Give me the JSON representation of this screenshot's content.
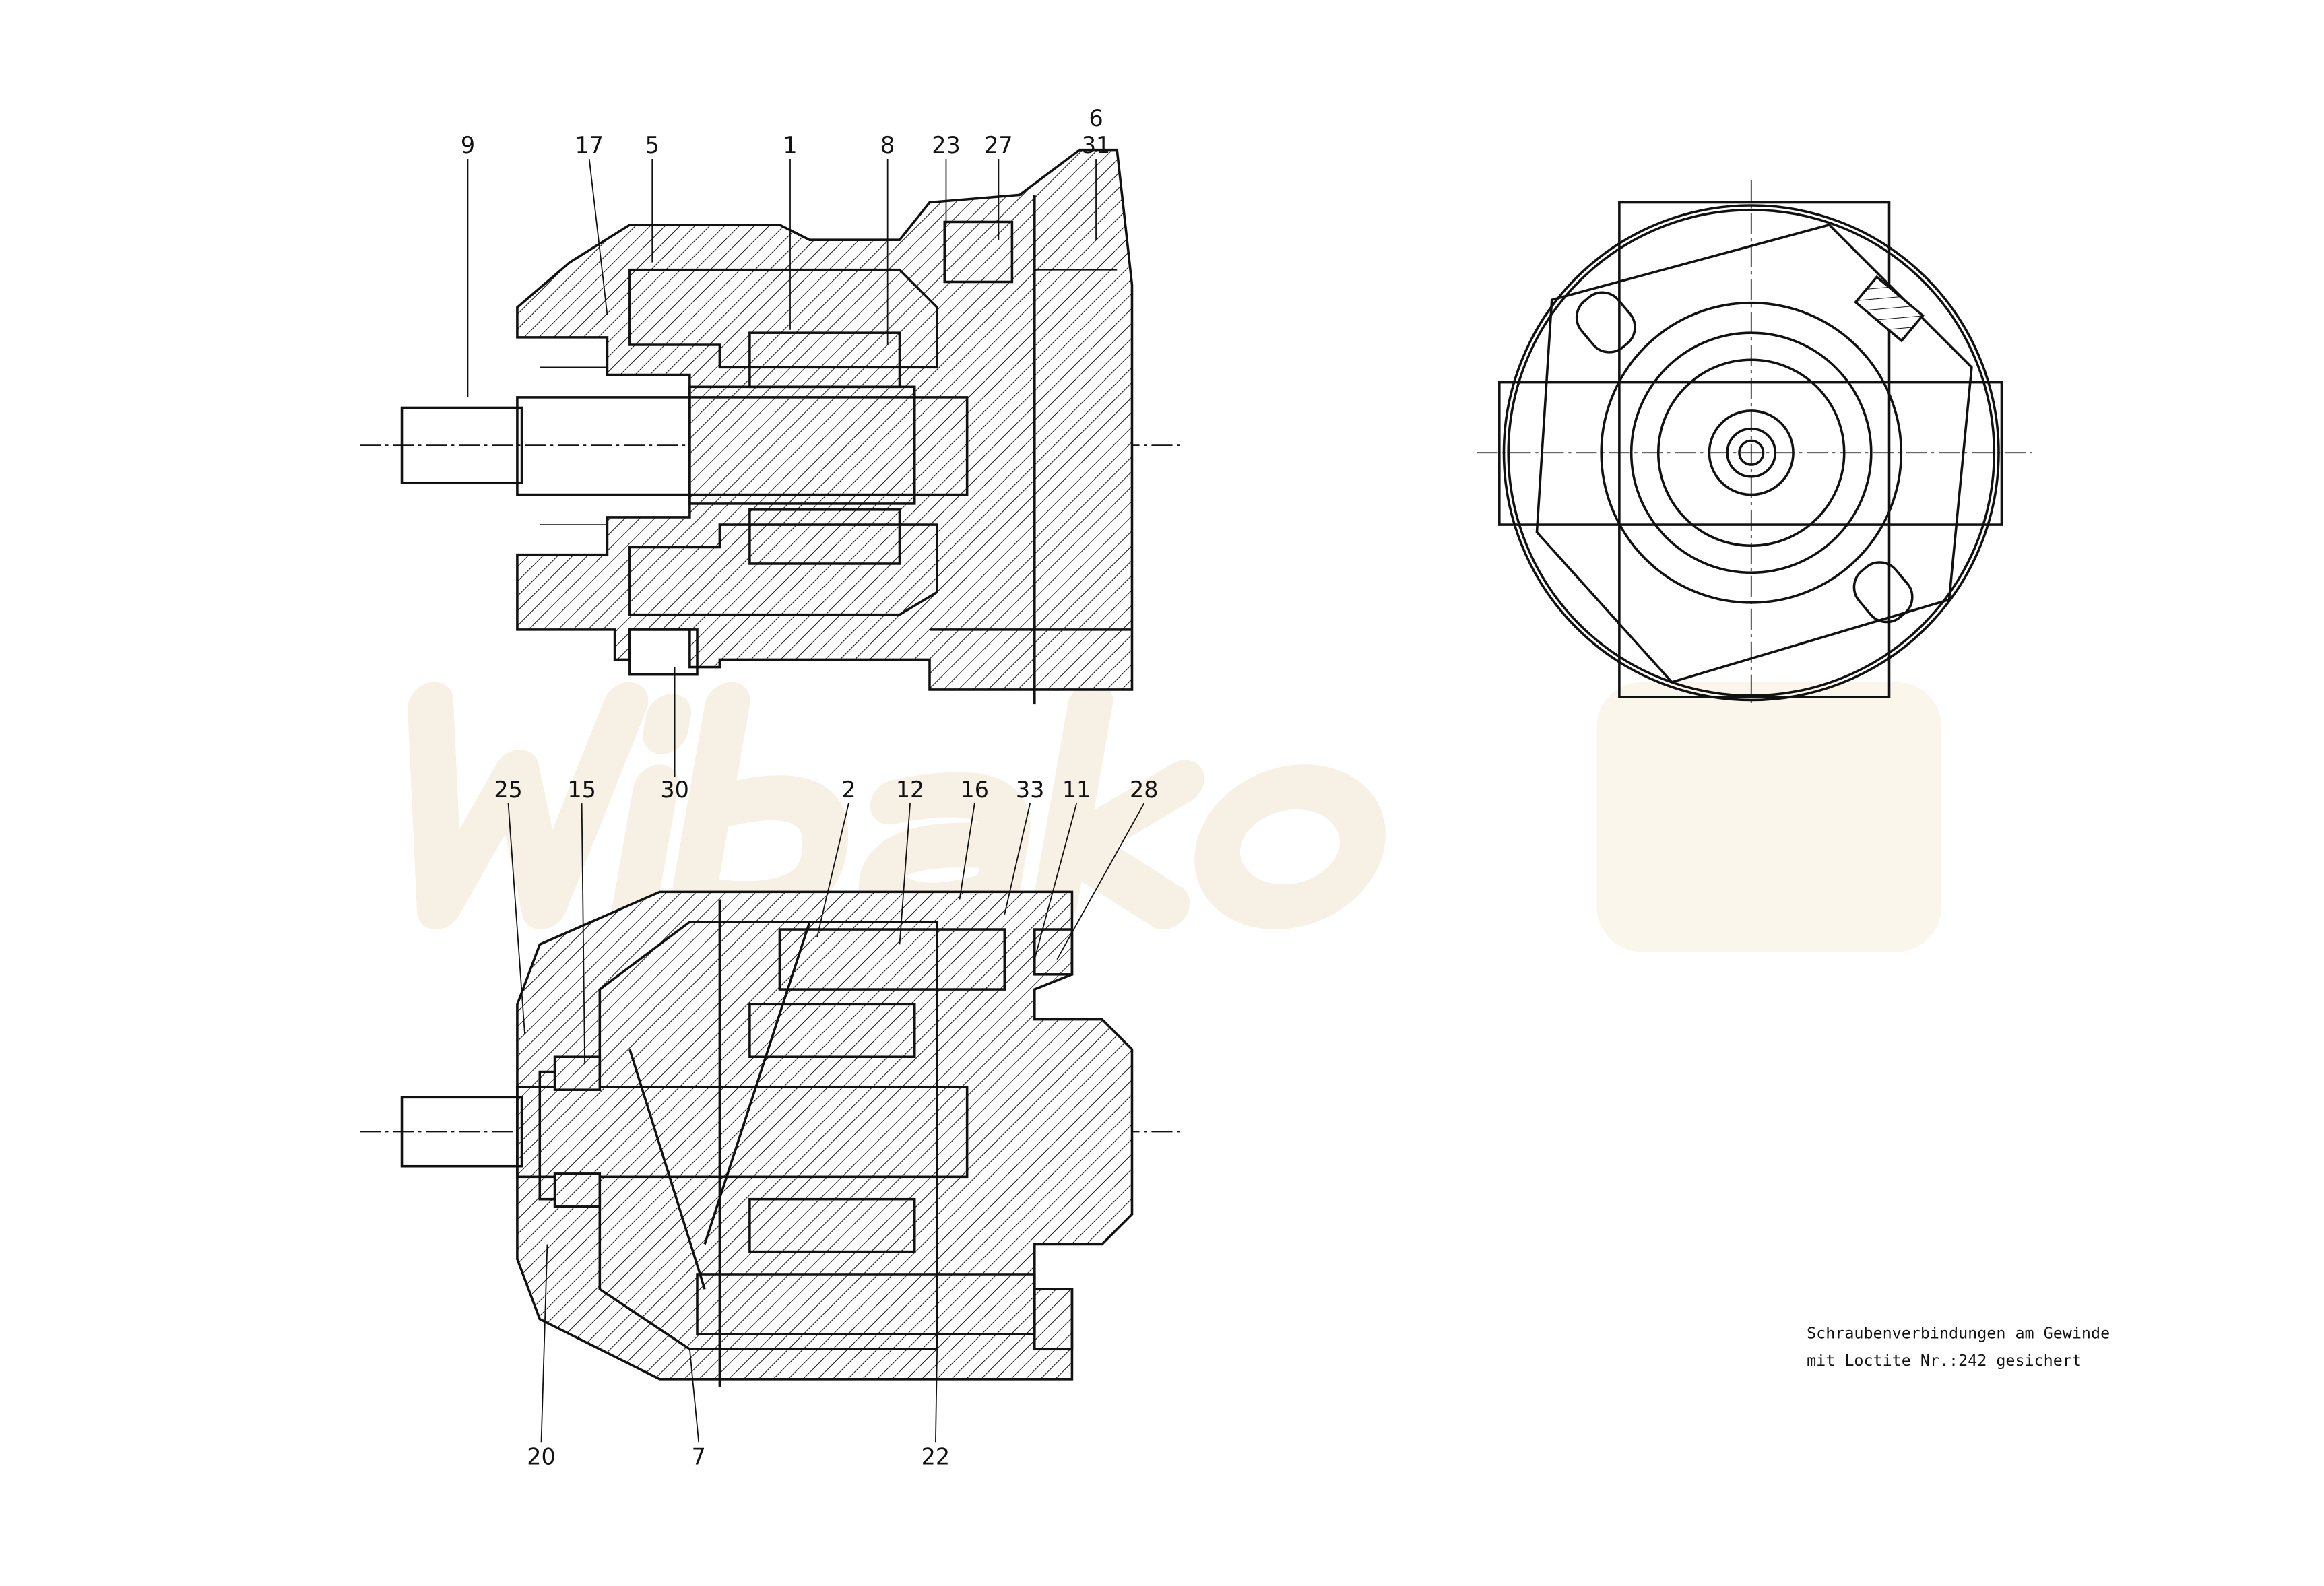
{
  "watermark": "Wibako",
  "top_view_labels": [
    {
      "id": "9",
      "text": "9"
    },
    {
      "id": "17",
      "text": "17"
    },
    {
      "id": "5",
      "text": "5"
    },
    {
      "id": "1",
      "text": "1"
    },
    {
      "id": "8",
      "text": "8"
    },
    {
      "id": "23",
      "text": "23"
    },
    {
      "id": "27",
      "text": "27"
    },
    {
      "id": "6",
      "text": "6"
    },
    {
      "id": "31",
      "text": "31"
    },
    {
      "id": "30",
      "text": "30"
    }
  ],
  "bottom_view_labels": [
    {
      "id": "25",
      "text": "25"
    },
    {
      "id": "15",
      "text": "15"
    },
    {
      "id": "2",
      "text": "2"
    },
    {
      "id": "12",
      "text": "12"
    },
    {
      "id": "16",
      "text": "16"
    },
    {
      "id": "33",
      "text": "33"
    },
    {
      "id": "11",
      "text": "11"
    },
    {
      "id": "28",
      "text": "28"
    },
    {
      "id": "20",
      "text": "20"
    },
    {
      "id": "7",
      "text": "7"
    },
    {
      "id": "22",
      "text": "22"
    }
  ],
  "note": {
    "line1": "Schraubenverbindungen am  Gewinde",
    "line2": "mit Loctite  Nr.:242 gesichert"
  }
}
